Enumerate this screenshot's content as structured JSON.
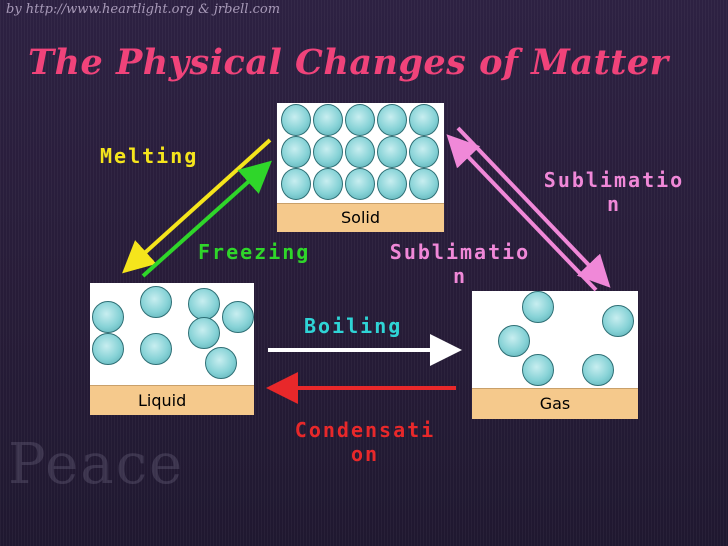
{
  "credit": "by http://www.heartlight.org & jrbell.com",
  "title": "The Physical Changes of Matter",
  "watermark": "Peace",
  "states": {
    "solid": "Solid",
    "liquid": "Liquid",
    "gas": "Gas"
  },
  "transitions": {
    "melting": "Melting",
    "freezing": "Freezing",
    "sublimation_1": "Sublimatio n",
    "sublimation_2": "Sublimatio n",
    "boiling": "Boiling",
    "condensation": "Condensati on"
  },
  "colors": {
    "title": "#f0437a",
    "melting": "#f5e51c",
    "freezing": "#2fd62a",
    "sublimation": "#f088d8",
    "boiling": "#ffffff",
    "condensation": "#e8282a",
    "molecule": "#86d2d6",
    "state_label_bg": "#f5c98c"
  }
}
